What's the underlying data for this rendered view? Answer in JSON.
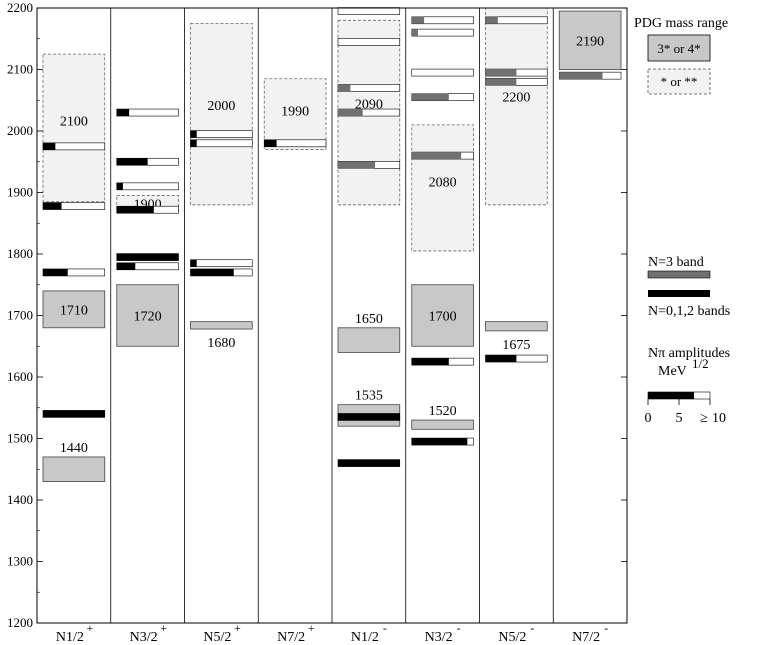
{
  "chart_data": {
    "type": "bar",
    "title": "",
    "xlabel": "",
    "ylabel": "",
    "ylim": [
      1200,
      2200
    ],
    "yticks": [
      1200,
      1300,
      1400,
      1500,
      1600,
      1700,
      1800,
      1900,
      2000,
      2100,
      2200
    ],
    "nt_max": 10,
    "colors": {
      "pdg_strong_fill": "#c8c8c8",
      "pdg_weak_fill": "#f2f2f2",
      "n3_band": "#707070",
      "n012_band": "#000000",
      "empty": "#ffffff"
    },
    "columns": [
      {
        "label": "N1/2",
        "parity": "+",
        "pdg": [
          {
            "label": "1440",
            "lo": 1430,
            "hi": 1470,
            "rating": "strong"
          },
          {
            "label": "1710",
            "lo": 1680,
            "hi": 1740,
            "rating": "strong"
          },
          {
            "label": "2100",
            "lo": 1885,
            "hi": 2125,
            "rating": "weak"
          }
        ],
        "states": [
          {
            "mass": 1540,
            "band": "low",
            "amp": 10
          },
          {
            "mass": 1770,
            "band": "low",
            "amp": 4
          },
          {
            "mass": 1878,
            "band": "low",
            "amp": 3
          },
          {
            "mass": 1975,
            "band": "low",
            "amp": 2
          }
        ]
      },
      {
        "label": "N3/2",
        "parity": "+",
        "pdg": [
          {
            "label": "1720",
            "lo": 1650,
            "hi": 1750,
            "rating": "strong"
          },
          {
            "label": "1900",
            "lo": 1870,
            "hi": 1895,
            "rating": "weak"
          }
        ],
        "states": [
          {
            "mass": 1780,
            "band": "low",
            "amp": 3
          },
          {
            "mass": 1795,
            "band": "low",
            "amp": 10
          },
          {
            "mass": 1872,
            "band": "low",
            "amp": 6
          },
          {
            "mass": 1910,
            "band": "low",
            "amp": 1
          },
          {
            "mass": 1950,
            "band": "low",
            "amp": 5
          },
          {
            "mass": 2030,
            "band": "low",
            "amp": 2
          }
        ]
      },
      {
        "label": "N5/2",
        "parity": "+",
        "pdg": [
          {
            "label": "1680",
            "lo": 1678,
            "hi": 1690,
            "rating": "strong"
          },
          {
            "label": "2000",
            "lo": 1880,
            "hi": 2175,
            "rating": "weak"
          }
        ],
        "states": [
          {
            "mass": 1770,
            "band": "low",
            "amp": 7
          },
          {
            "mass": 1785,
            "band": "low",
            "amp": 1
          },
          {
            "mass": 1980,
            "band": "low",
            "amp": 1
          },
          {
            "mass": 1995,
            "band": "low",
            "amp": 1
          }
        ]
      },
      {
        "label": "N7/2",
        "parity": "+",
        "pdg": [
          {
            "label": "1990",
            "lo": 1970,
            "hi": 2085,
            "rating": "weak"
          }
        ],
        "states": [
          {
            "mass": 1980,
            "band": "low",
            "amp": 2
          }
        ]
      },
      {
        "label": "N1/2",
        "parity": "-",
        "pdg": [
          {
            "label": "1535",
            "lo": 1520,
            "hi": 1555,
            "rating": "strong"
          },
          {
            "label": "1650",
            "lo": 1640,
            "hi": 1680,
            "rating": "strong"
          },
          {
            "label": "2090",
            "lo": 1880,
            "hi": 2180,
            "rating": "weak"
          }
        ],
        "states": [
          {
            "mass": 1460,
            "band": "low",
            "amp": 10
          },
          {
            "mass": 1535,
            "band": "low",
            "amp": 10
          },
          {
            "mass": 1945,
            "band": "n3",
            "amp": 6
          },
          {
            "mass": 2030,
            "band": "n3",
            "amp": 4
          },
          {
            "mass": 2070,
            "band": "n3",
            "amp": 2
          },
          {
            "mass": 2145,
            "band": "n3",
            "amp": 0
          },
          {
            "mass": 2195,
            "band": "n3",
            "amp": 0
          }
        ]
      },
      {
        "label": "N3/2",
        "parity": "-",
        "pdg": [
          {
            "label": "1520",
            "lo": 1515,
            "hi": 1530,
            "rating": "strong"
          },
          {
            "label": "1700",
            "lo": 1650,
            "hi": 1750,
            "rating": "strong"
          },
          {
            "label": "2080",
            "lo": 1805,
            "hi": 2010,
            "rating": "weak"
          }
        ],
        "states": [
          {
            "mass": 1495,
            "band": "low",
            "amp": 9
          },
          {
            "mass": 1625,
            "band": "low",
            "amp": 6
          },
          {
            "mass": 1960,
            "band": "n3",
            "amp": 8
          },
          {
            "mass": 2055,
            "band": "n3",
            "amp": 6
          },
          {
            "mass": 2095,
            "band": "n3",
            "amp": 0
          },
          {
            "mass": 2160,
            "band": "n3",
            "amp": 1
          },
          {
            "mass": 2180,
            "band": "n3",
            "amp": 2
          }
        ]
      },
      {
        "label": "N5/2",
        "parity": "-",
        "pdg": [
          {
            "label": "1675",
            "lo": 1675,
            "hi": 1690,
            "rating": "strong"
          },
          {
            "label": "2200",
            "lo": 1880,
            "hi": 2200,
            "rating": "weak"
          }
        ],
        "states": [
          {
            "mass": 1630,
            "band": "low",
            "amp": 5
          },
          {
            "mass": 2080,
            "band": "n3",
            "amp": 5
          },
          {
            "mass": 2095,
            "band": "n3",
            "amp": 5
          },
          {
            "mass": 2180,
            "band": "n3",
            "amp": 2
          }
        ]
      },
      {
        "label": "N7/2",
        "parity": "-",
        "pdg": [
          {
            "label": "2190",
            "lo": 2100,
            "hi": 2195,
            "rating": "strong"
          }
        ],
        "states": [
          {
            "mass": 2090,
            "band": "n3",
            "amp": 7
          }
        ]
      }
    ],
    "legend": {
      "placement": "right",
      "pdg_title": "PDG mass range",
      "pdg_strong": "3* or 4*",
      "pdg_weak": "* or **",
      "n3_label": "N=3 band",
      "n012_label": "N=0,1,2 bands",
      "amp_title": "Nπ amplitudes",
      "amp_unit": "MeV",
      "amp_unit_exp": "1/2",
      "amp_ticks": [
        "0",
        "5",
        "10"
      ],
      "amp_ge": "≥"
    }
  }
}
